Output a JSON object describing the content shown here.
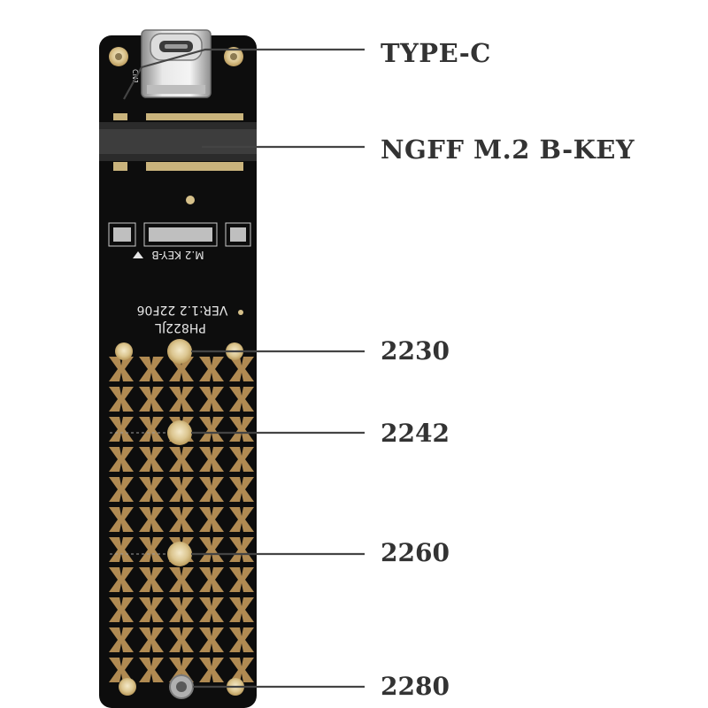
{
  "callouts": {
    "type_c": "TYPE-C",
    "ngff": "NGFF M.2 B-KEY",
    "size_2230": "2230",
    "size_2242": "2242",
    "size_2260": "2260",
    "size_2280": "2280"
  },
  "board": {
    "silkscreen_key": "M.2 KEY-B",
    "silkscreen_version": "VER:1.2  22F06",
    "silkscreen_model": "PH822JL",
    "silkscreen_cn": "CN1"
  },
  "colors": {
    "pcb": "#0d0d0d",
    "copper": "#b08a52",
    "gold": "#d8c28c",
    "leader": "#444444",
    "label": "#333333"
  }
}
